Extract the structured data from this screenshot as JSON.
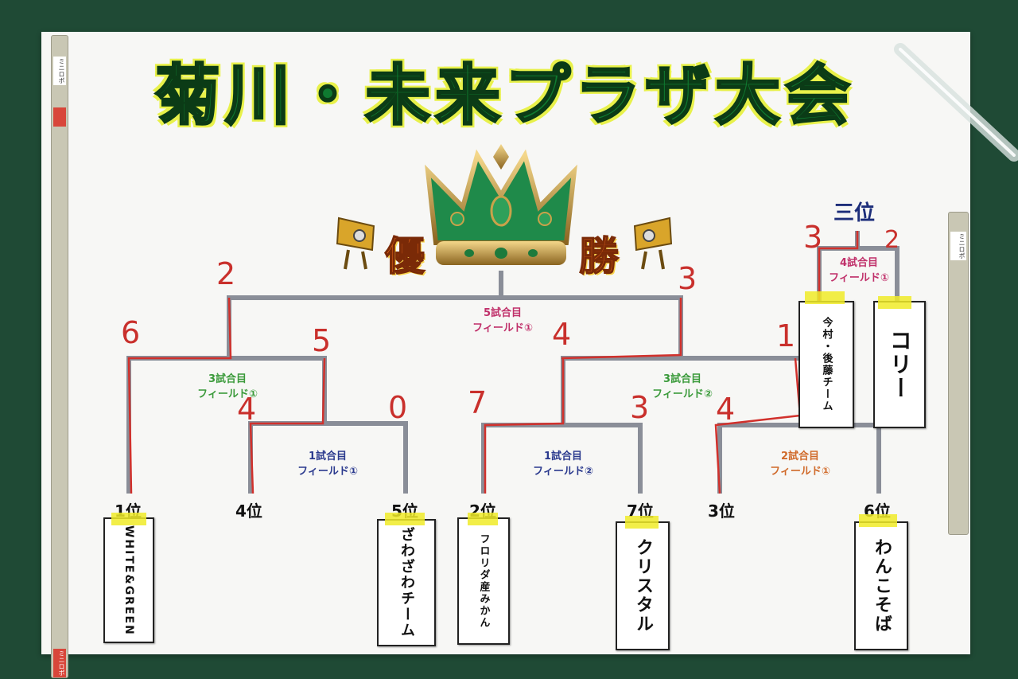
{
  "title": "菊川・未来プラザ大会",
  "champion": {
    "left_char": "優",
    "right_char": "勝"
  },
  "third_place": {
    "label": "三位"
  },
  "stick_label": "ミニロボ",
  "matches": [
    {
      "title": "1試合目",
      "field": "フィールド①",
      "color": "#2b3a8e"
    },
    {
      "title": "1試合目",
      "field": "フィールド②",
      "color": "#2b3a8e"
    },
    {
      "title": "2試合目",
      "field": "フィールド①",
      "color": "#d06a2a"
    },
    {
      "title": "3試合目",
      "field": "フィールド①",
      "color": "#3a9a3a"
    },
    {
      "title": "3試合目",
      "field": "フィールド②",
      "color": "#3a9a3a"
    },
    {
      "title": "4試合目",
      "field": "フィールド①",
      "color": "#c0306a"
    },
    {
      "title": "5試合目",
      "field": "フィールド①",
      "color": "#c0306a"
    }
  ],
  "entries": [
    {
      "rank": "1位",
      "team": "WHITE&GREEN"
    },
    {
      "rank": "4位",
      "team": ""
    },
    {
      "rank": "5位",
      "team": "ざわざわチーム"
    },
    {
      "rank": "2位",
      "team": "フロリダ産みかん"
    },
    {
      "rank": "7位",
      "team": "クリスタル"
    },
    {
      "rank": "3位",
      "team": ""
    },
    {
      "rank": "6位",
      "team": "わんこそば"
    }
  ],
  "seeded_teams": [
    "今村・後藤チーム",
    "コリー"
  ],
  "scores": [
    "2",
    "3",
    "6",
    "5",
    "4",
    "4",
    "0",
    "7",
    "3",
    "4",
    "1",
    "3",
    "2"
  ]
}
